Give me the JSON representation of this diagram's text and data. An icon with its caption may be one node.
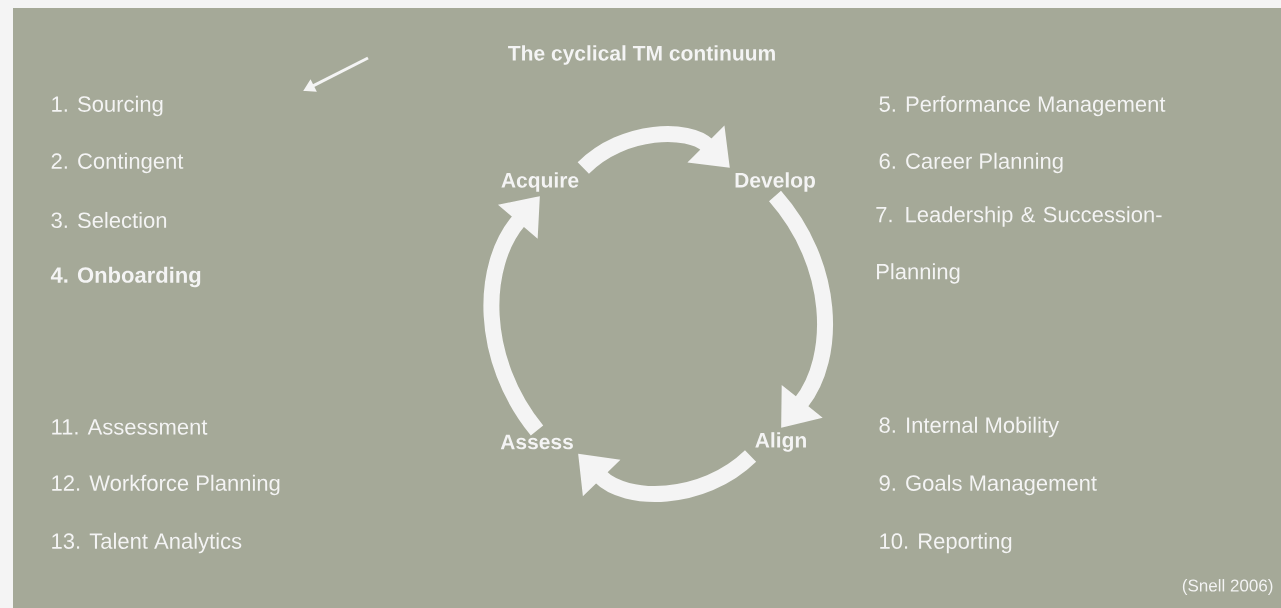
{
  "diagram": {
    "title": "The cyclical TM continuum",
    "nodes": [
      {
        "text": [
          "Acquire"
        ]
      },
      {
        "text": [
          "Develop"
        ]
      },
      {
        "text": [
          "Align"
        ]
      },
      {
        "text": [
          "Assess"
        ]
      }
    ],
    "edges": [
      {
        "from": 0,
        "to": 1,
        "arrow": "to"
      },
      {
        "from": 1,
        "to": 2,
        "arrow": "to"
      },
      {
        "from": 2,
        "to": 3,
        "arrow": "to"
      },
      {
        "from": 3,
        "to": 0,
        "arrow": "to"
      }
    ],
    "labels": [
      "1. Sourcing",
      "2. Contingent",
      "3. Selection",
      "4. Onboarding",
      "5. Performance Management",
      "6. Career Planning",
      "7. Leadership & Succession- Planning",
      "11. Assessment",
      "8. Internal Mobility",
      "12. Workforce Planning",
      "9. Goals Management",
      "13. Talent Analytics",
      "10. Reporting",
      "(Snell 2006)"
    ]
  }
}
